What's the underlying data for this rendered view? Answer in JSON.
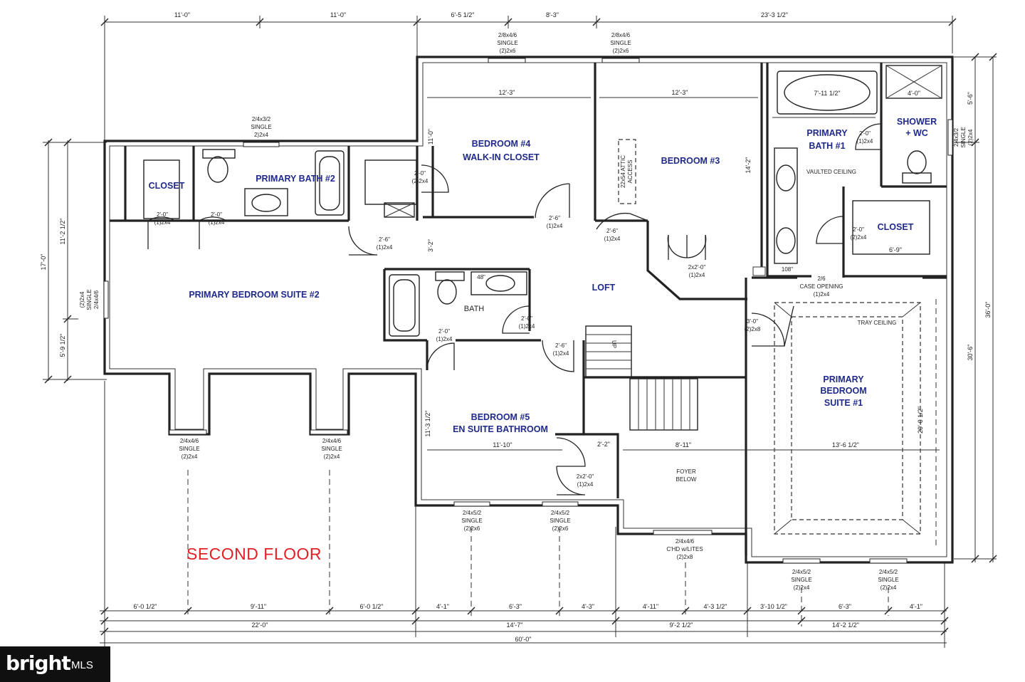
{
  "title": "SECOND FLOOR",
  "logo": {
    "brand": "bright",
    "suffix": "MLS"
  },
  "rooms": {
    "closet_2": "CLOSET",
    "primary_bath_2": "PRIMARY BATH #2",
    "bedroom_4": [
      "BEDROOM #4",
      "WALK-IN CLOSET"
    ],
    "bedroom_3": "BEDROOM #3",
    "primary_bath_1": [
      "PRIMARY",
      "BATH #1"
    ],
    "shower_wc": [
      "SHOWER",
      "+ WC"
    ],
    "closet_1": "CLOSET",
    "primary_suite_2": "PRIMARY BEDROOM SUITE #2",
    "loft": "LOFT",
    "primary_suite_1": [
      "PRIMARY",
      "BEDROOM",
      "SUITE #1"
    ],
    "bedroom_5": [
      "BEDROOM #5",
      "EN SUITE BATHROOM"
    ]
  },
  "labels": {
    "bath": "BATH",
    "foyer": [
      "FOYER",
      "BELOW"
    ],
    "vaulted": "VAULTED CEILING",
    "tray": "TRAY CEILING",
    "attic": [
      "22x54 ATTIC",
      "ACCESS"
    ],
    "case_opening": [
      "2/6",
      "CASE OPENING",
      "(1)2x4"
    ],
    "up": "UP",
    "tub_48": "48\"",
    "vanity_108": "108\""
  },
  "top_dims": [
    "11'-0\"",
    "11'-0\"",
    "6'-5 1/2\"",
    "8'-3\"",
    "23'-3 1/2\""
  ],
  "bottom_dims_row1": [
    "6'-0 1/2\"",
    "9'-11\"",
    "6'-0 1/2\"",
    "4'-1\"",
    "6'-3\"",
    "4'-3\"",
    "4'-11\"",
    "4'-3 1/2\"",
    "3'-10 1/2\"",
    "6'-3\"",
    "4'-1\""
  ],
  "bottom_dims_row2": [
    "22'-0\"",
    "14'-7\"",
    "9'-2 1/2\"",
    "14'-2 1/2\""
  ],
  "overall_width": "60'-0\"",
  "left_dims": [
    "11'-2 1/2\"",
    "5'-9 1/2\"",
    "17'-0\""
  ],
  "right_dims": [
    "5'-6\"",
    "30'-6\"",
    "36'-0\""
  ],
  "interior_dims": {
    "b4_width": "12'-3\"",
    "b3_width": "12'-3\"",
    "b4_depth": "11'-0\"",
    "b3_depth": "14'-2\"",
    "bath1_width": "7'-11 1/2\"",
    "shower_width": "4'-0\"",
    "closet1_width": "6'-9\"",
    "hall_depth": "3'-2\"",
    "b5_depth": "11'-3 1/2\"",
    "b5_width": "11'-10\"",
    "b5_closet": "2'-2\"",
    "loft_width": "8'-11\"",
    "suite1_width": "13'-6 1/2\"",
    "suite1_depth": "20'-0 1/2\""
  },
  "windows": {
    "w_b4": [
      "2/8x4/6",
      "SINGLE",
      "(2)2x6"
    ],
    "w_b3": [
      "2/8x4/6",
      "SINGLE",
      "(2)2x6"
    ],
    "w_bath2": [
      "2/4x3/2",
      "SINGLE",
      "2)2x4"
    ],
    "w_left": [
      "(2)2x4",
      "SINGLE",
      "2/4x4/6"
    ],
    "w_right": [
      "2/4x3/2",
      "SINGLE",
      "(2)2x4"
    ],
    "w_s2a": [
      "2/4x4/6",
      "SINGLE",
      "(2)2x4"
    ],
    "w_s2b": [
      "2/4x4/6",
      "SINGLE",
      "(2)2x4"
    ],
    "w_b5a": [
      "2/4x5/2",
      "SINGLE",
      "(2)2x6"
    ],
    "w_b5b": [
      "2/4x5/2",
      "SINGLE",
      "(2)2x6"
    ],
    "w_foyer": [
      "2/4x4/6",
      "C'HD w/LITES",
      "(2)2x8"
    ],
    "w_s1a": [
      "2/4x5/2",
      "SINGLE",
      "(2)2x4"
    ],
    "w_s1b": [
      "2/4x5/2",
      "SINGLE",
      "(2)2x4"
    ]
  },
  "doors": {
    "d_closet2": [
      "2'-0\"",
      "(1)2x4"
    ],
    "d_bath2": [
      "2'-0\"",
      "(1)2x4"
    ],
    "d_b4closet": [
      "2'-0\"",
      "(2)2x4"
    ],
    "d_b4": [
      "2'-6\"",
      "(1)2x4"
    ],
    "d_b3": [
      "2'-6\"",
      "(1)2x4"
    ],
    "d_b3closet": [
      "2x2'-0\"",
      "(1)2x4"
    ],
    "d_suite2": [
      "2'-6\"",
      "(1)2x4"
    ],
    "d_bath1": [
      "2'-0\"",
      "(1)2x4"
    ],
    "d_closet1": [
      "2'-0\"",
      "(2)2x4"
    ],
    "d_bath": [
      "2'-0\"",
      "(1)2x4"
    ],
    "d_bath_b5": [
      "2'-0\"",
      "(1)2x4"
    ],
    "d_b5": [
      "2'-6\"",
      "(1)2x4"
    ],
    "d_suite1": [
      "3'-0\"",
      "(2)2x8"
    ],
    "d_b5closet": [
      "2x2'-0\"",
      "(1)2x4"
    ]
  }
}
